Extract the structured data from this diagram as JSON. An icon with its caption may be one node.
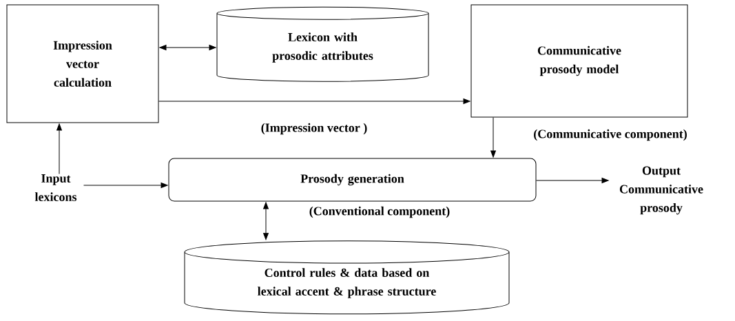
{
  "diagram": {
    "nodes": [
      {
        "text": [
          "Impression vector calculation"
        ]
      },
      {
        "text": [
          "Lexicon with prosodic attributes"
        ]
      },
      {
        "text": [
          "Communicative prosody model"
        ]
      },
      {
        "text": [
          "Input lexicons"
        ]
      },
      {
        "text": [
          "Prosody generation"
        ]
      },
      {
        "text": [
          "Output Communicative prosody"
        ]
      },
      {
        "text": [
          "Control rules & data based on lexical accent & phrase structure"
        ]
      }
    ],
    "edges": [
      {
        "from": 0,
        "to": 1,
        "arrow": "both"
      },
      {
        "from": 0,
        "to": 2,
        "arrow": "to",
        "label": "(Impression vector )"
      },
      {
        "from": 3,
        "to": 0,
        "arrow": "to"
      },
      {
        "from": 3,
        "to": 4,
        "arrow": "to"
      },
      {
        "from": 2,
        "to": 4,
        "arrow": "to",
        "label": "(Communicative component)"
      },
      {
        "from": 4,
        "to": 5,
        "arrow": "to"
      },
      {
        "from": 4,
        "to": 6,
        "arrow": "both",
        "label": "(Conventional component)"
      }
    ]
  }
}
